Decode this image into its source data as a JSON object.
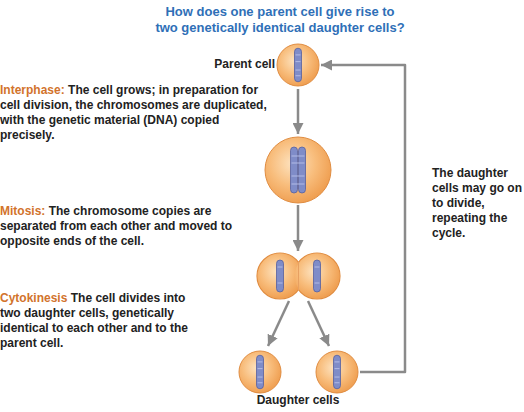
{
  "diagram": {
    "title": "How does one parent cell give rise to two genetically identical daughter cells?",
    "nodes": [
      {
        "text": [
          "Parent cell"
        ]
      },
      {
        "text": [
          "Daughter cells"
        ]
      }
    ],
    "edges": [
      {
        "from": 1,
        "to": 0,
        "arrow": "to",
        "label": "The daughter cells may go on to divide, repeating the cycle."
      }
    ],
    "labels": [
      "Interphase:",
      "The cell grows; in preparation for cell division, the chromosomes are duplicated, with the genetic material (DNA) copied precisely.",
      "Mitosis:",
      "The chromosome copies are separated from each other and moved to opposite ends of the cell.",
      "Cytokinesis",
      "The cell divides into two daughter cells, genetically identical to each other and to the parent cell."
    ]
  }
}
